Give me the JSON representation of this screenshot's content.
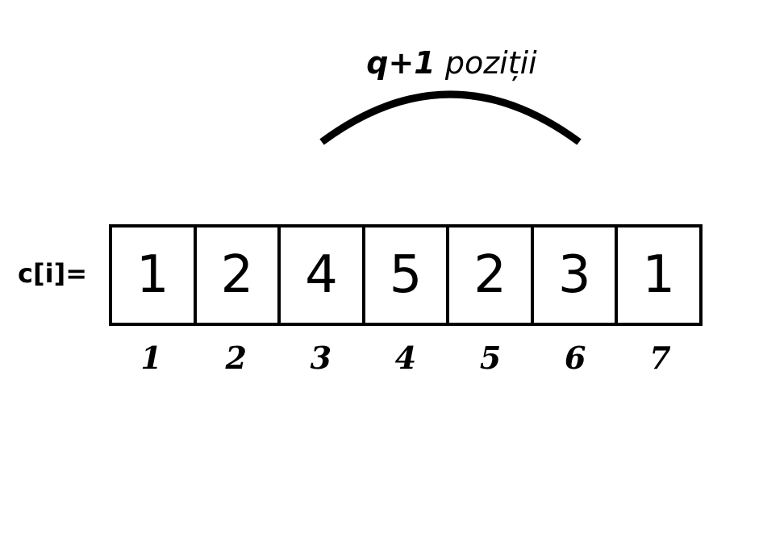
{
  "annotation": {
    "emphasis": "q+1",
    "word": "poziții"
  },
  "array": {
    "label": "c[i]=",
    "values": [
      "1",
      "2",
      "4",
      "5",
      "2",
      "3",
      "1"
    ],
    "indices": [
      "1",
      "2",
      "3",
      "4",
      "5",
      "6",
      "7"
    ],
    "span_from_index": 3,
    "span_to_index": 6
  }
}
